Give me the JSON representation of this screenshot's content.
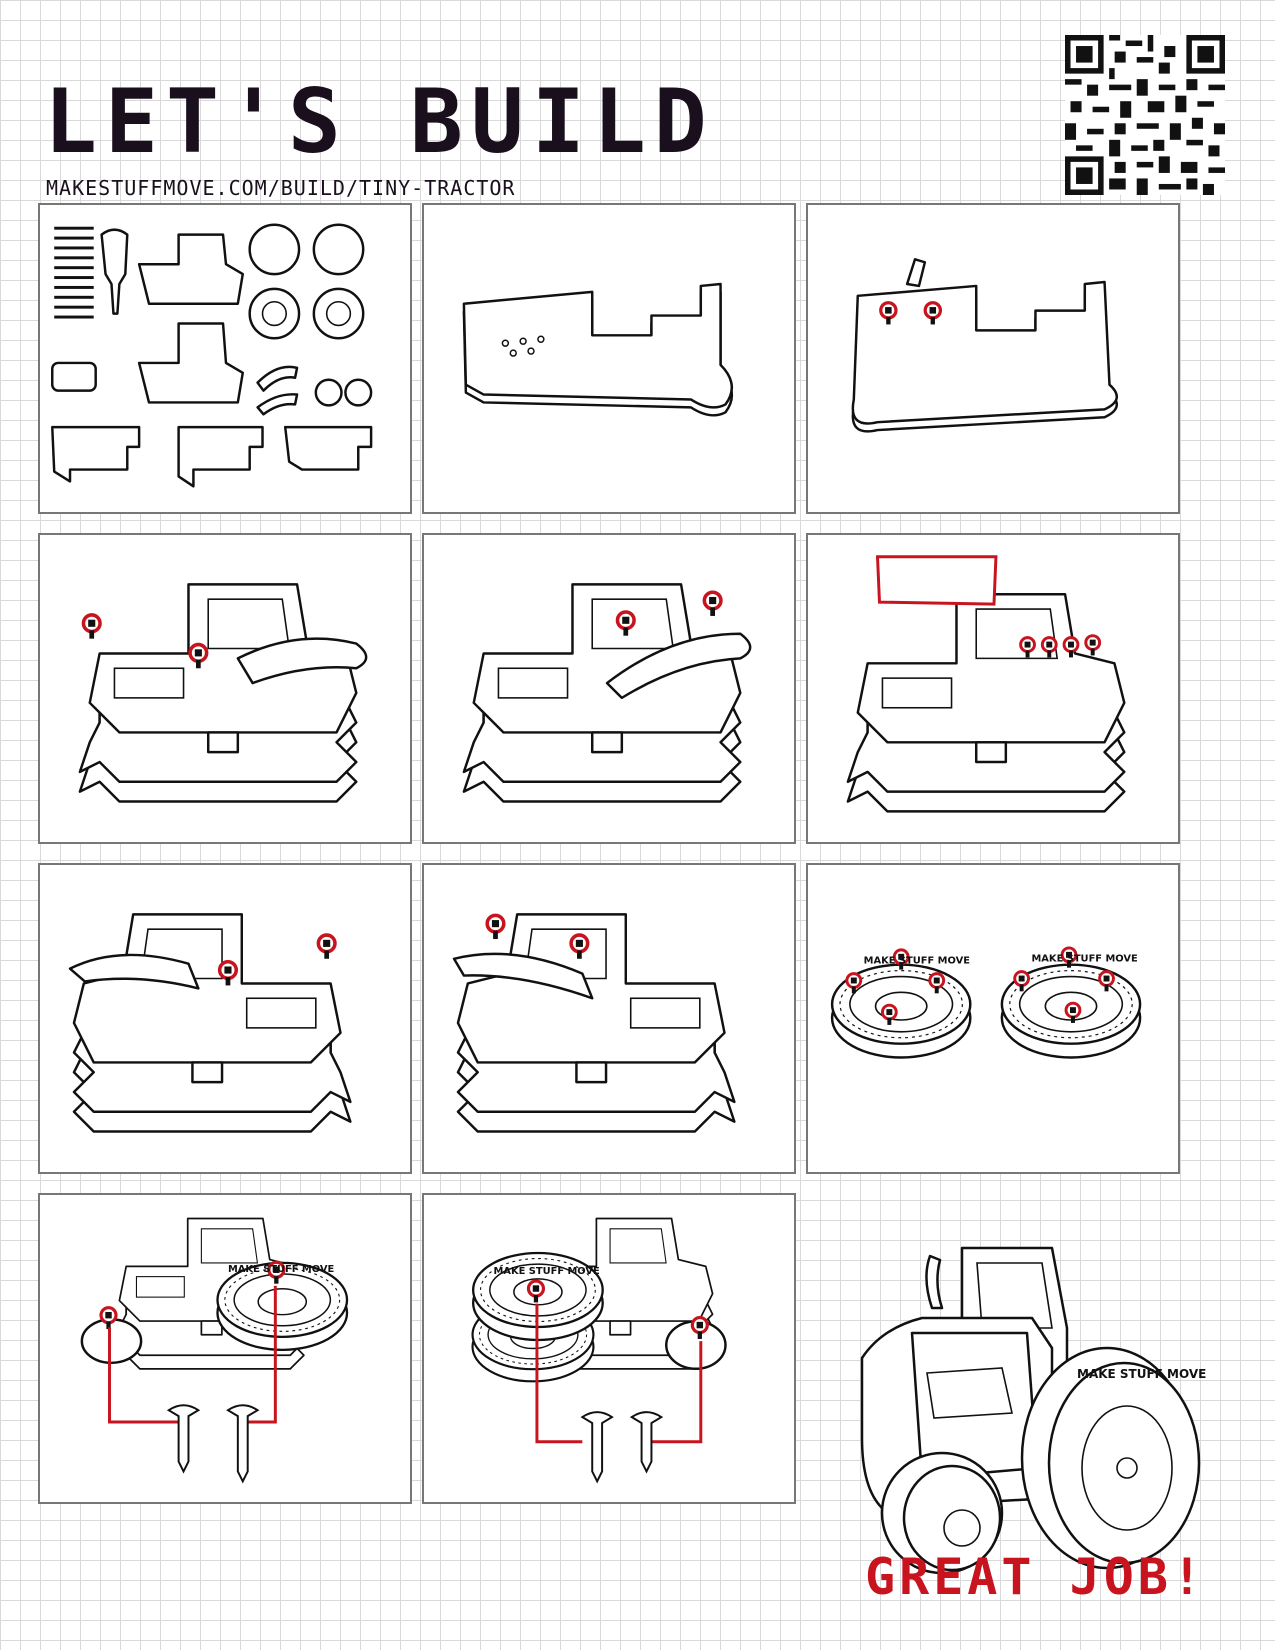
{
  "header": {
    "title": "LET'S BUILD",
    "url": "MAKESTUFFMOVE.COM/BUILD/TINY-TRACTOR"
  },
  "wheel_text": "MAKE STUFF MOVE",
  "footer": {
    "message": "GREAT JOB!"
  },
  "colors": {
    "accent": "#c8141e",
    "ink": "#1a0f1c",
    "grid": "#d9d9d9"
  }
}
